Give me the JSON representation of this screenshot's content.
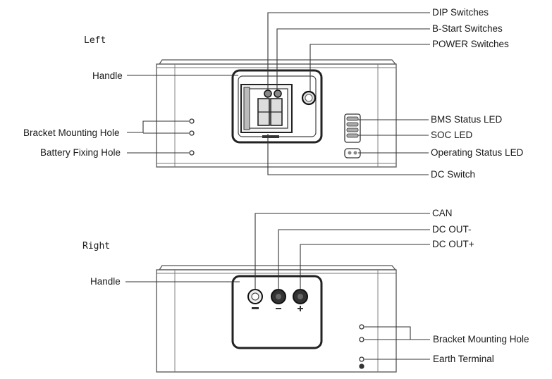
{
  "left_view": {
    "title": "Left",
    "labels": {
      "dip_switches": "DIP Switches",
      "b_start_switches": "B-Start Switches",
      "power_switches": "POWER Switches",
      "handle": "Handle",
      "bracket_mounting_hole": "Bracket Mounting Hole",
      "battery_fixing_hole": "Battery Fixing Hole",
      "bms_status_led": "BMS Status LED",
      "soc_led": "SOC LED",
      "operating_status_led": "Operating Status LED",
      "dc_switch": "DC Switch"
    }
  },
  "right_view": {
    "title": "Right",
    "labels": {
      "can": "CAN",
      "dc_out_minus": "DC OUT-",
      "dc_out_plus": "DC OUT+",
      "handle": "Handle",
      "bracket_mounting_hole": "Bracket Mounting Hole",
      "earth_terminal": "Earth Terminal"
    }
  }
}
